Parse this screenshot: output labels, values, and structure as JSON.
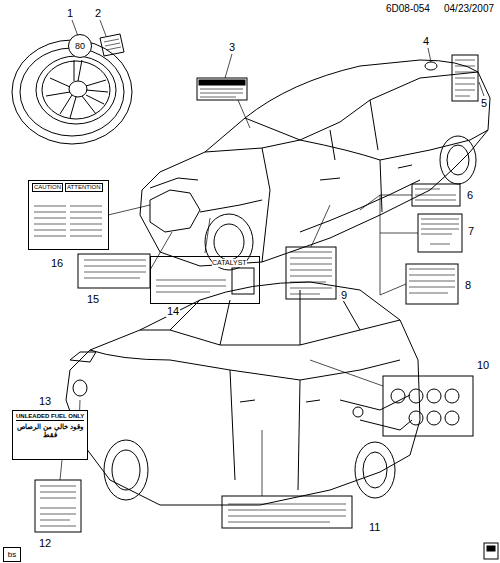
{
  "diagram": {
    "nodes": [
      {
        "text": [
          "80"
        ]
      },
      {
        "text": [
          "CAUTION",
          "ATTENTION"
        ]
      },
      {
        "text": [
          "CATALYST"
        ]
      },
      {
        "text": [
          "UNLEADED FUEL ONLY",
          "وقود خالي من الرصاص فقط"
        ]
      },
      {
        "text": [
          "bs"
        ]
      }
    ],
    "labels": [
      "6D08-054",
      "04/23/2007",
      "1",
      "2",
      "3",
      "4",
      "5",
      "6",
      "7",
      "8",
      "9",
      "10",
      "11",
      "12",
      "13",
      "14",
      "15",
      "16"
    ]
  }
}
